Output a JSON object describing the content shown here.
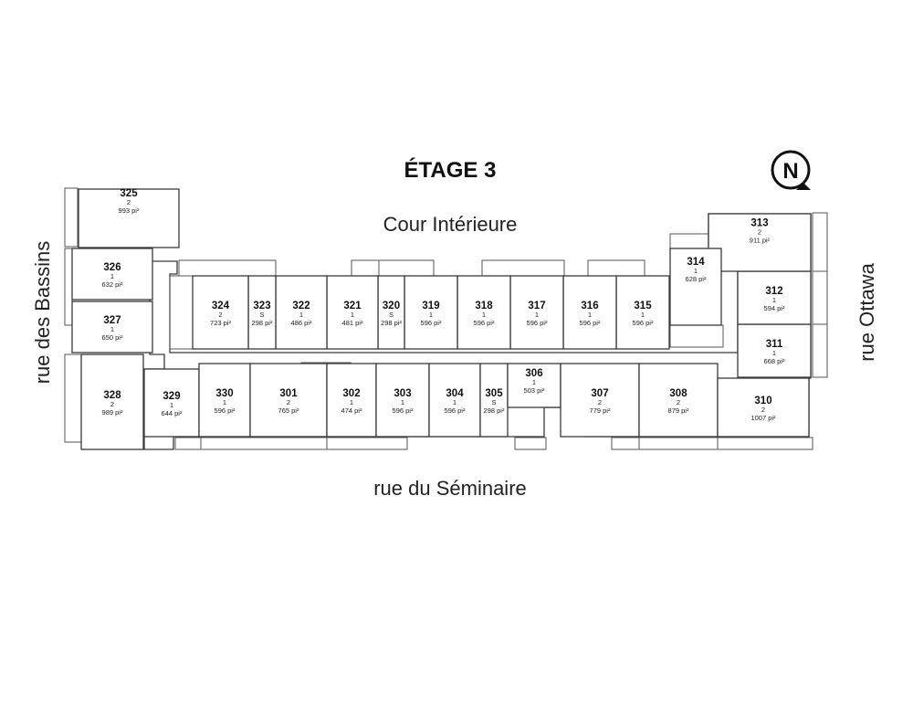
{
  "plan": {
    "title": "ÉTAGE 3",
    "north_label": "N",
    "streets": {
      "north": "Cour Intérieure",
      "south": "rue du Séminaire",
      "west": "rue des Bassins",
      "east": "rue Ottawa"
    },
    "area_unit": "pi²",
    "units": [
      {
        "number": "325",
        "type": "2",
        "area": "993"
      },
      {
        "number": "326",
        "type": "1",
        "area": "632"
      },
      {
        "number": "327",
        "type": "1",
        "area": "650"
      },
      {
        "number": "328",
        "type": "2",
        "area": "989"
      },
      {
        "number": "329",
        "type": "1",
        "area": "644"
      },
      {
        "number": "330",
        "type": "1",
        "area": "596"
      },
      {
        "number": "301",
        "type": "2",
        "area": "765"
      },
      {
        "number": "302",
        "type": "1",
        "area": "474"
      },
      {
        "number": "303",
        "type": "1",
        "area": "596"
      },
      {
        "number": "304",
        "type": "1",
        "area": "596"
      },
      {
        "number": "305",
        "type": "S",
        "area": "298"
      },
      {
        "number": "306",
        "type": "1",
        "area": "503"
      },
      {
        "number": "307",
        "type": "2",
        "area": "779"
      },
      {
        "number": "308",
        "type": "2",
        "area": "879"
      },
      {
        "number": "310",
        "type": "2",
        "area": "1007"
      },
      {
        "number": "311",
        "type": "1",
        "area": "668"
      },
      {
        "number": "312",
        "type": "1",
        "area": "594"
      },
      {
        "number": "313",
        "type": "2",
        "area": "911"
      },
      {
        "number": "314",
        "type": "1",
        "area": "628"
      },
      {
        "number": "315",
        "type": "1",
        "area": "596"
      },
      {
        "number": "316",
        "type": "1",
        "area": "596"
      },
      {
        "number": "317",
        "type": "1",
        "area": "596"
      },
      {
        "number": "318",
        "type": "1",
        "area": "596"
      },
      {
        "number": "319",
        "type": "1",
        "area": "596"
      },
      {
        "number": "320",
        "type": "S",
        "area": "298"
      },
      {
        "number": "321",
        "type": "1",
        "area": "481"
      },
      {
        "number": "322",
        "type": "1",
        "area": "486"
      },
      {
        "number": "323",
        "type": "S",
        "area": "298"
      },
      {
        "number": "324",
        "type": "2",
        "area": "723"
      }
    ]
  }
}
